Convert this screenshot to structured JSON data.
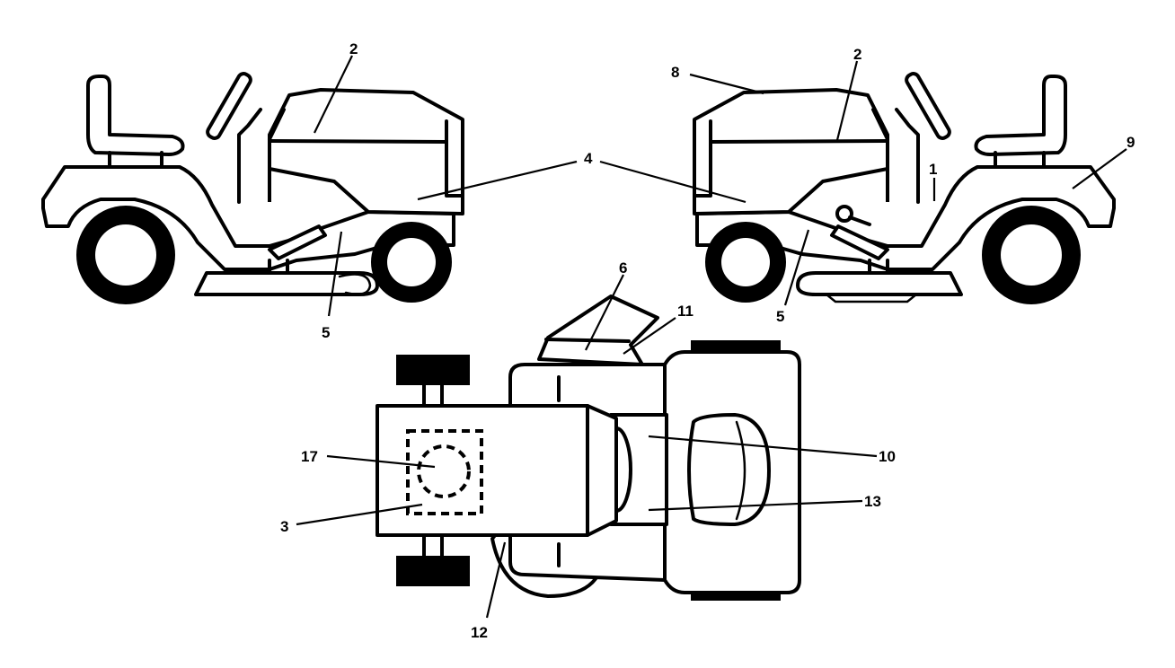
{
  "callouts": [
    {
      "id": "left-2",
      "label": "2"
    },
    {
      "id": "left-4",
      "label": "4"
    },
    {
      "id": "left-5",
      "label": "5"
    },
    {
      "id": "right-8",
      "label": "8"
    },
    {
      "id": "right-2",
      "label": "2"
    },
    {
      "id": "right-1",
      "label": "1"
    },
    {
      "id": "right-9",
      "label": "9"
    },
    {
      "id": "right-5",
      "label": "5"
    },
    {
      "id": "top-6",
      "label": "6"
    },
    {
      "id": "top-11",
      "label": "11"
    },
    {
      "id": "top-17",
      "label": "17"
    },
    {
      "id": "top-10",
      "label": "10"
    },
    {
      "id": "top-3",
      "label": "3"
    },
    {
      "id": "top-13",
      "label": "13"
    },
    {
      "id": "top-12",
      "label": "12"
    }
  ],
  "colors": {
    "ink": "#000000",
    "paper": "#ffffff"
  }
}
